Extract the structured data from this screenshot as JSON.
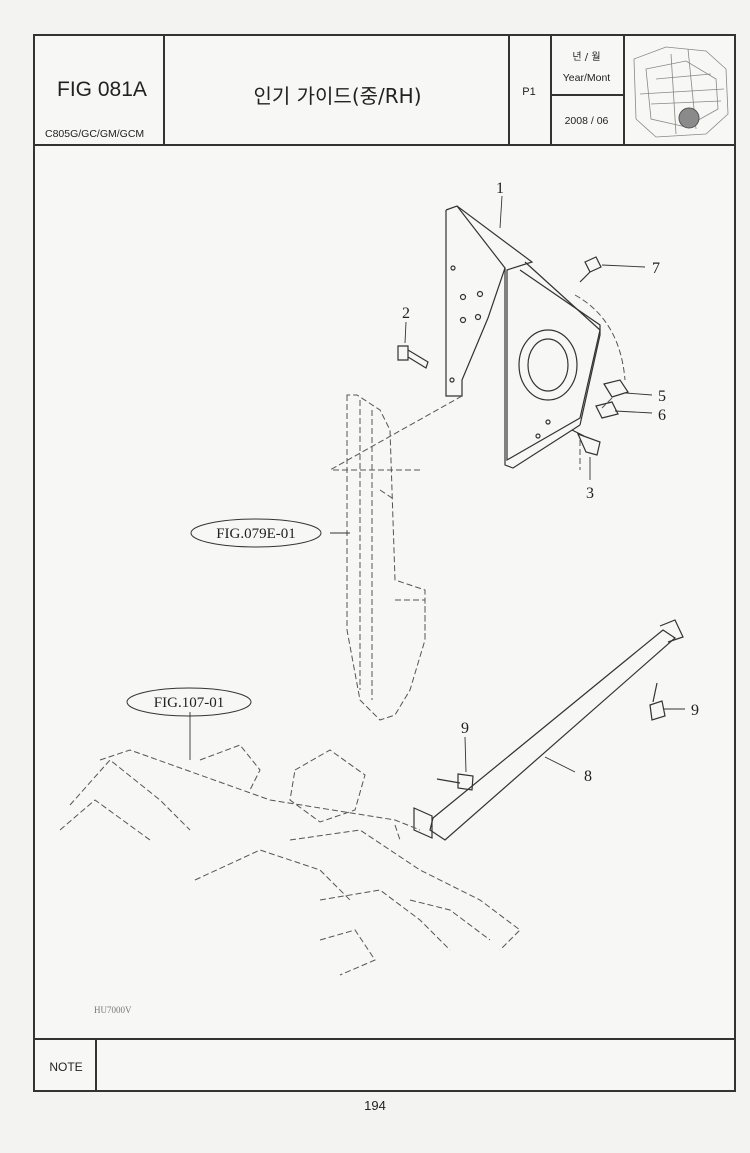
{
  "header": {
    "fig_no": "FIG 081A",
    "model": "C805G/GC/GM/GCM",
    "title": "인기 가이드(중/RH)",
    "page_code": "P1",
    "year_month_kr": "년 / 월",
    "year_month_en": "Year/Mont",
    "date": "2008 / 06"
  },
  "diagram": {
    "callouts": [
      "1",
      "2",
      "3",
      "5",
      "6",
      "7",
      "8",
      "9",
      "9"
    ],
    "fig_refs": [
      "FIG.079E-01",
      "FIG.107-01"
    ],
    "drawing_code": "HU7000V"
  },
  "footer": {
    "note_label": "NOTE",
    "page_number": "194"
  }
}
